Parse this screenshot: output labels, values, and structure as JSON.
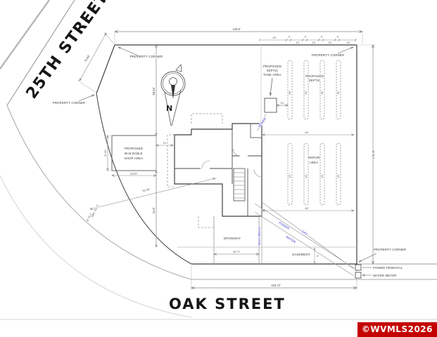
{
  "streets": {
    "twentyfifth": "25TH STREET",
    "oak": "OAK STREET"
  },
  "compass": {
    "north": "N"
  },
  "watermark": {
    "text": "©WVMLS2026"
  },
  "colors": {
    "utility_label": "#2626c9",
    "watermark_bg": "#c40000",
    "watermark_text": "#ffffff",
    "boundary_line": "#3f3f3f",
    "dimension_line": "#777777"
  },
  "areas": {
    "shop": {
      "l1": "PROPOSED",
      "l2": "BUILDABLE",
      "l3": "SHOP AREA"
    },
    "septic_tank": {
      "l1": "PROPOSED",
      "l2": "SEPTIC",
      "l3": "TANK AREA"
    },
    "septic": {
      "l1": "PROPOSED",
      "l2": "SEPTIC"
    },
    "repair": {
      "l1": "REPAIR",
      "l2": "AREA"
    },
    "driveway": "DRIVEWAY",
    "easement": "EASEMENT"
  },
  "markers": {
    "property_corner": "PROPERTY CORNER",
    "power_pedestal": "POWER PEDESTAL",
    "water_meter": "WATER METER"
  },
  "utilities": {
    "sewer": "SEWER",
    "rain_drain": "RAIN DRAIN",
    "power": "POWER",
    "gas": "GAS",
    "water": "WATER"
  },
  "dims": {
    "top_total": "143.9'",
    "seg_20": "20'",
    "seg_3": "3'",
    "seg_10": "10'",
    "septic_line_length": "50'",
    "repair_line_length": "40'",
    "repair_width": "60'",
    "tank_gap": "10'",
    "left_upper": "58.49'",
    "left_lower": "44.8'",
    "street_diagonal": "75.84'",
    "right_total": "178.25'",
    "shop_height": "21.50'",
    "shop_width": "29.50'",
    "shop_gap": "10'",
    "shop_diagonal": "50.29'",
    "arc_length": "ARC 101.5'",
    "arc_radius": "R 75.4'",
    "driveway_width": "29.77'",
    "easement_width": "5'",
    "bottom_total": "103.74'"
  }
}
